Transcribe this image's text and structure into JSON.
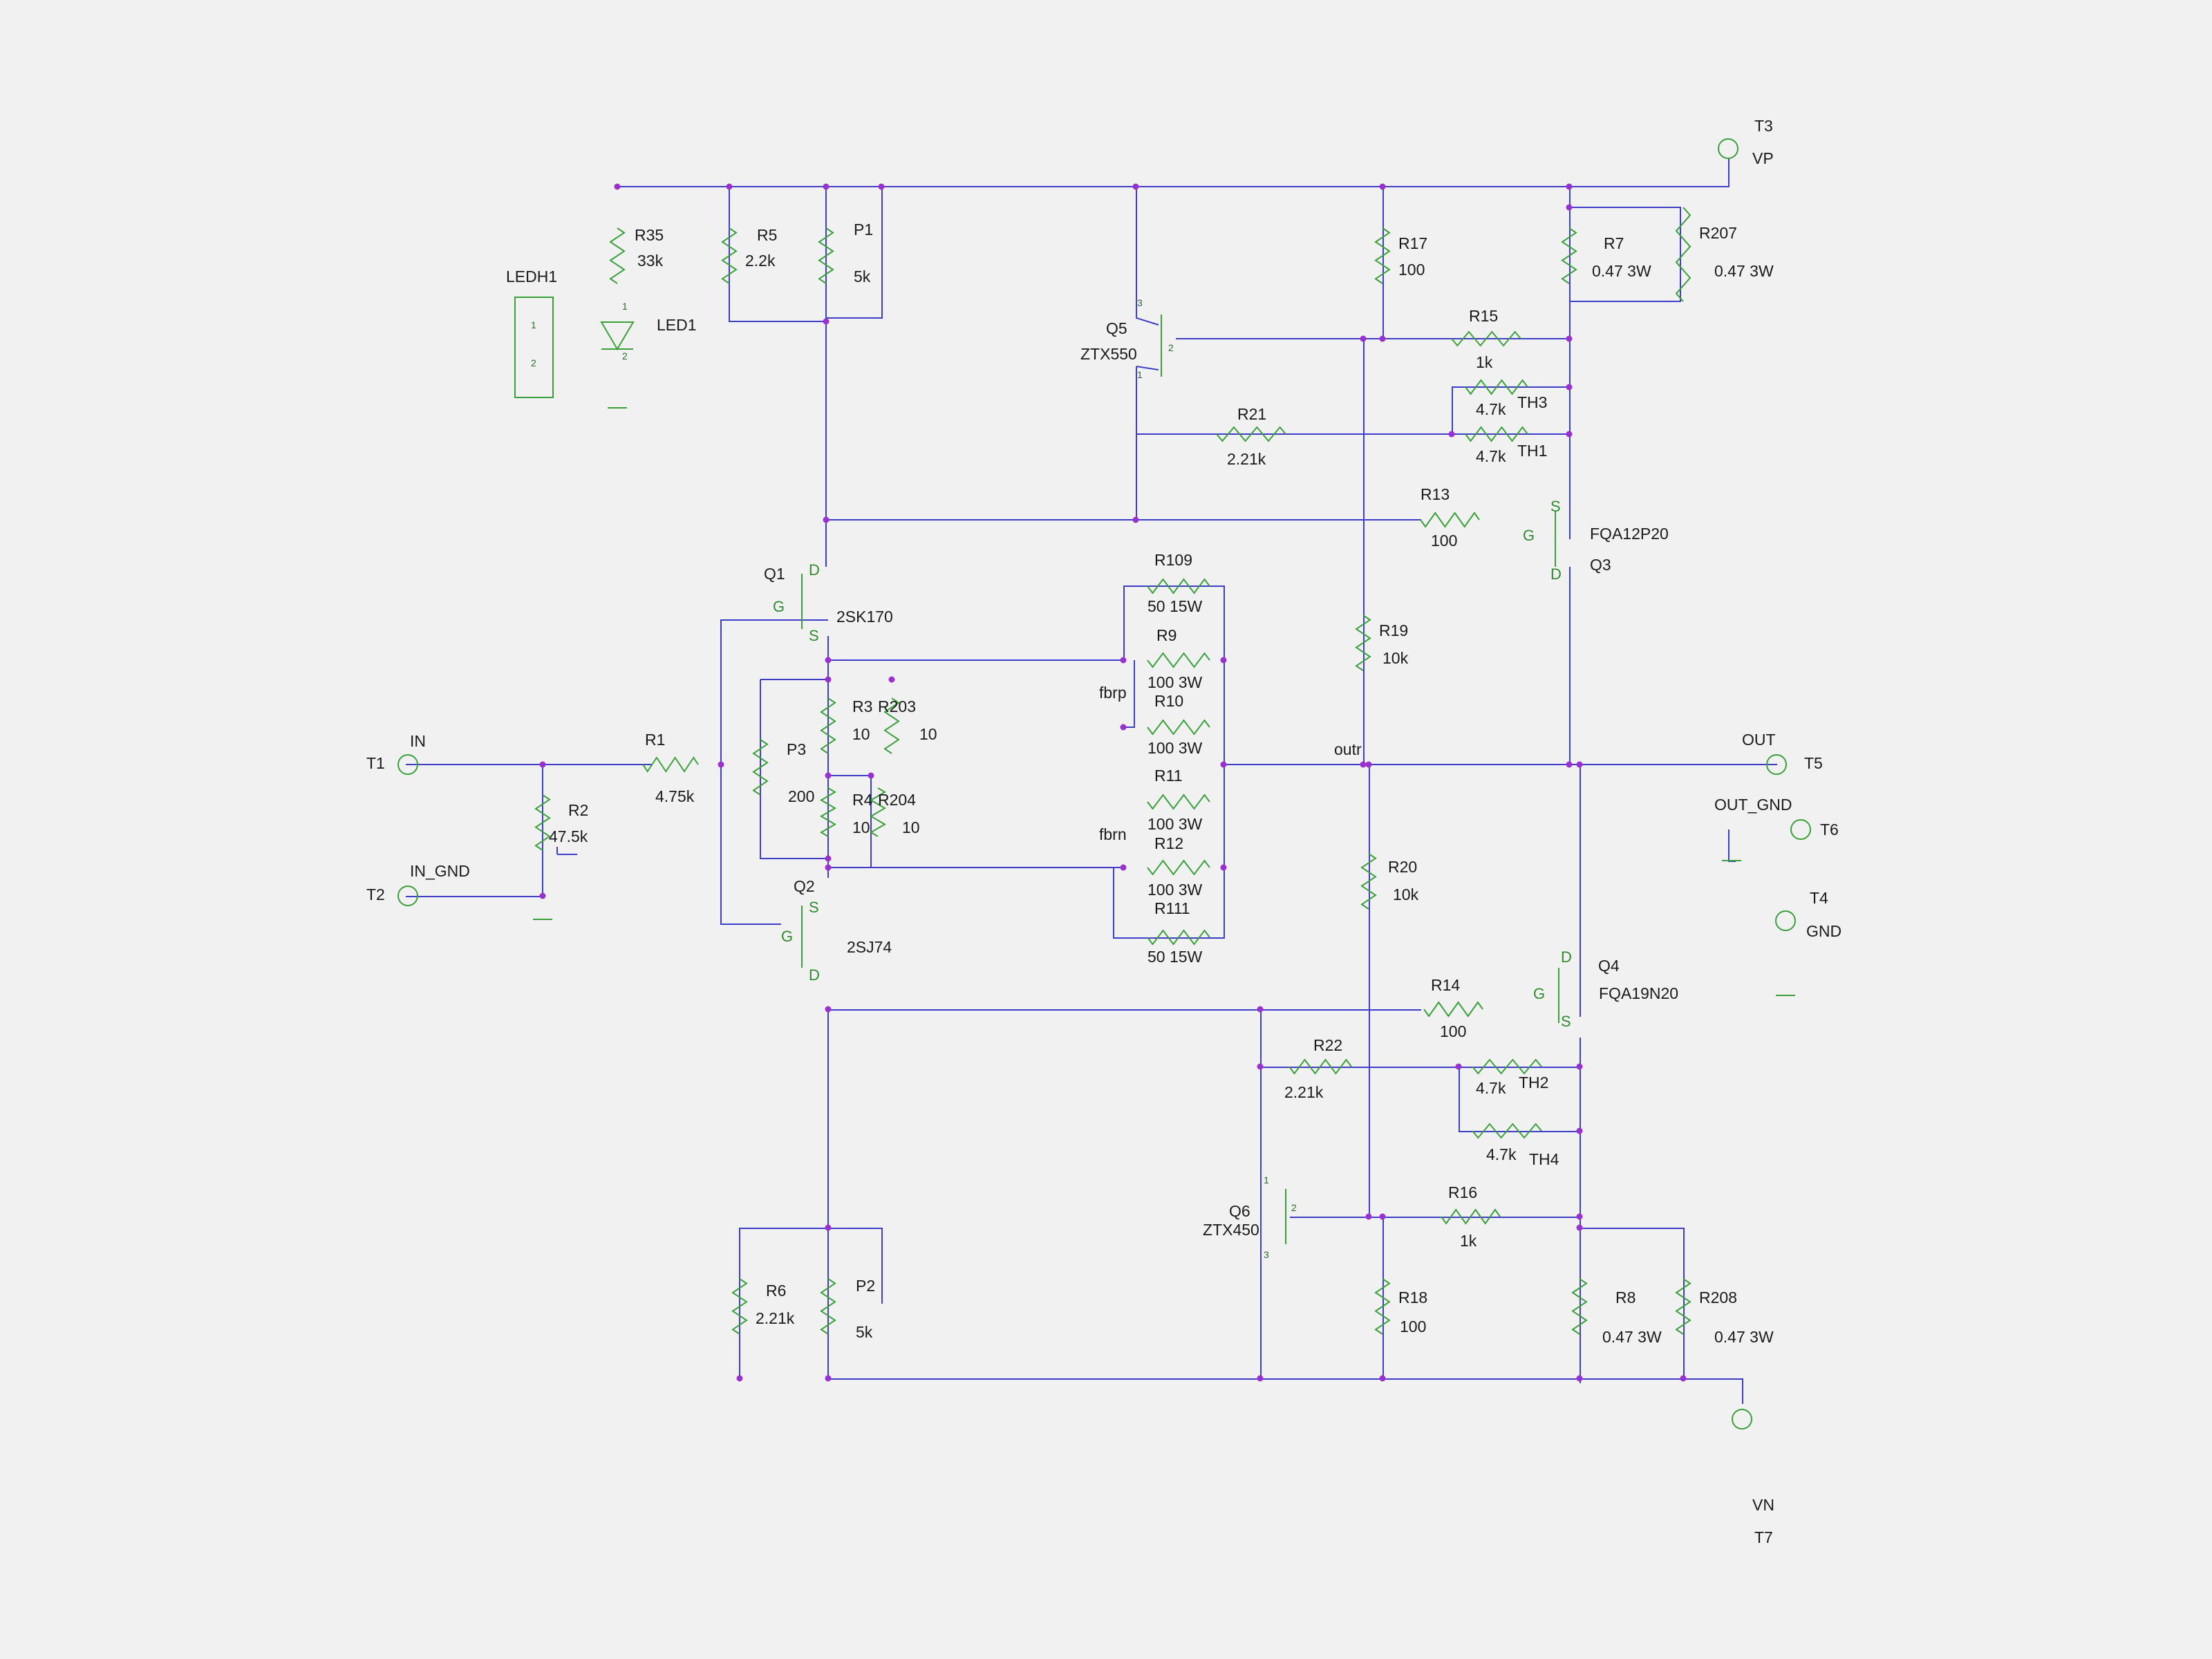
{
  "title": "",
  "colors": {
    "background": "#f1f1f1",
    "wire": "#3d3dc8",
    "component": "#3aa03a",
    "junction": "#9b30d0",
    "text": "#1a1a1a"
  },
  "labels": {
    "T1": "T1",
    "T1n": "IN",
    "T2": "T2",
    "T2n": "IN_GND",
    "T3": "T3",
    "T3n": "VP",
    "T4": "T4",
    "T4n": "GND",
    "T5": "T5",
    "T5n": "OUT",
    "T6": "T6",
    "T6n": "OUT_GND",
    "T7": "T7",
    "T7n": "VN",
    "R35": "R35",
    "R35v": "33k",
    "R5": "R5",
    "R5v": "2.2k",
    "P1": "P1",
    "P1v": "5k",
    "LEDH1": "LEDH1",
    "LED1": "LED1",
    "R17": "R17",
    "R17v": "100",
    "R7": "R7",
    "R7v": "0.47 3W",
    "R207": "R207",
    "R207v": "0.47 3W",
    "Q5": "Q5",
    "Q5v": "ZTX550",
    "R15": "R15",
    "R15v": "1k",
    "TH3": "TH3",
    "TH3v": "4.7k",
    "TH1": "TH1",
    "TH1v": "4.7k",
    "R21": "R21",
    "R21v": "2.21k",
    "R13": "R13",
    "R13v": "100",
    "Q3": "Q3",
    "Q3v": "FQA12P20",
    "Q1": "Q1",
    "Q1v": "2SK170",
    "R109": "R109",
    "R109v": "50 15W",
    "R9": "R9",
    "R9v": "100 3W",
    "R10": "R10",
    "R10v": "100 3W",
    "fbrp": "fbrp",
    "R19": "R19",
    "R19v": "10k",
    "R3": "R3",
    "R3v": "10",
    "R203": "R203",
    "R203v": "10",
    "R1": "R1",
    "R1v": "4.75k",
    "R2": "R2",
    "R2v": "47.5k",
    "P3": "P3",
    "P3v": "200",
    "R4": "R4",
    "R4v": "10",
    "R204": "R204",
    "R204v": "10",
    "outr": "outr",
    "R11": "R11",
    "R11v": "100 3W",
    "fbrn": "fbrn",
    "R12": "R12",
    "R12v": "100 3W",
    "R111": "R111",
    "R111v": "50 15W",
    "R20": "R20",
    "R20v": "10k",
    "Q2": "Q2",
    "Q2v": "2SJ74",
    "Q4": "Q4",
    "Q4v": "FQA19N20",
    "R14": "R14",
    "R14v": "100",
    "R22": "R22",
    "R22v": "2.21k",
    "TH2": "TH2",
    "TH2v": "4.7k",
    "TH4": "TH4",
    "TH4v": "4.7k",
    "Q6": "Q6",
    "Q6v": "ZTX450",
    "R16": "R16",
    "R16v": "1k",
    "R6": "R6",
    "R6v": "2.21k",
    "P2": "P2",
    "P2v": "5k",
    "R18": "R18",
    "R18v": "100",
    "R8": "R8",
    "R8v": "0.47 3W",
    "R208": "R208",
    "R208v": "0.47 3W"
  },
  "pins": {
    "D": "D",
    "G": "G",
    "S": "S",
    "one": "1",
    "two": "2",
    "three": "3"
  }
}
